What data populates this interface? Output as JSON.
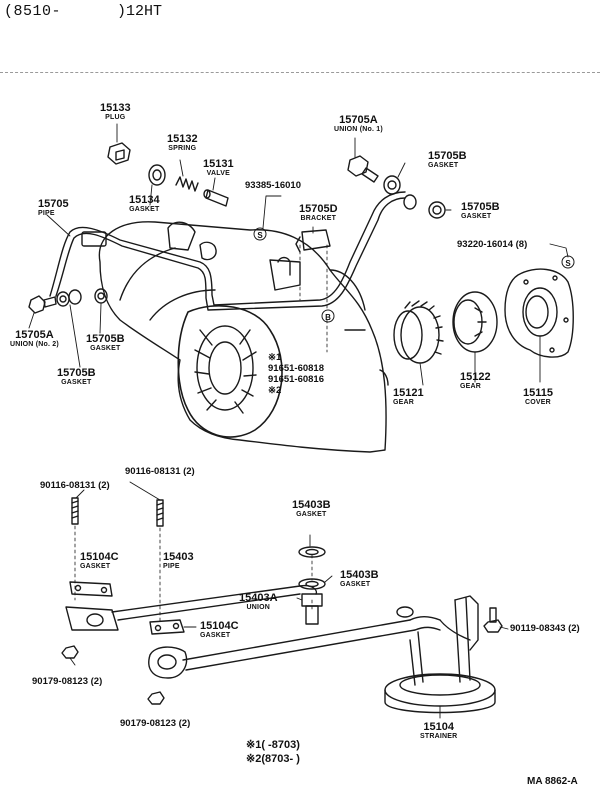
{
  "header": {
    "left": "(8510-",
    "right": ")12HT"
  },
  "parts": {
    "p15133": {
      "num": "15133",
      "name": "PLUG"
    },
    "p15132": {
      "num": "15132",
      "name": "SPRING"
    },
    "p15131": {
      "num": "15131",
      "name": "VALVE"
    },
    "p15134": {
      "num": "15134",
      "name": "GASKET"
    },
    "p15705": {
      "num": "15705",
      "name": "PIPE"
    },
    "p15705A_1": {
      "num": "15705A",
      "name": "UNION (No. 1)"
    },
    "p15705B_1": {
      "num": "15705B",
      "name": "GASKET"
    },
    "p15705B_2": {
      "num": "15705B",
      "name": "GASKET"
    },
    "p15705D": {
      "num": "15705D",
      "name": "BRACKET"
    },
    "p15705A_2": {
      "num": "15705A",
      "name": "UNION (No. 2)"
    },
    "p15705B_3": {
      "num": "15705B",
      "name": "GASKET"
    },
    "p15705B_4": {
      "num": "15705B",
      "name": "GASKET"
    },
    "p15121": {
      "num": "15121",
      "name": "GEAR"
    },
    "p15122": {
      "num": "15122",
      "name": "GEAR"
    },
    "p15115": {
      "num": "15115",
      "name": "COVER"
    },
    "p15403B_1": {
      "num": "15403B",
      "name": "GASKET"
    },
    "p15104C_1": {
      "num": "15104C",
      "name": "GASKET"
    },
    "p15403": {
      "num": "15403",
      "name": "PIPE"
    },
    "p15403B_2": {
      "num": "15403B",
      "name": "GASKET"
    },
    "p15403A": {
      "num": "15403A",
      "name": "UNION"
    },
    "p15104C_2": {
      "num": "15104C",
      "name": "GASKET"
    },
    "p15104": {
      "num": "15104",
      "name": "STRAINER"
    }
  },
  "part_numbers": {
    "pn93385": "93385-16010",
    "pn93220": "93220-16014 (8)",
    "pn90116a": "90116-08131 (2)",
    "pn90116b": "90116-08131 (2)",
    "pn90119": "90119-08343 (2)",
    "pn90179a": "90179-08123 (2)",
    "pn90179b": "90179-08123 (2)",
    "bolt1_marker": "※1",
    "bolt1": "91651-60818",
    "bolt2": "91651-60816",
    "bolt2_marker": "※2"
  },
  "notes": {
    "n1": "※1(       -8703)",
    "n2": "※2(8703-        )"
  },
  "symbols": {
    "s": "S",
    "b": "B"
  },
  "code": "MA 8862-A"
}
